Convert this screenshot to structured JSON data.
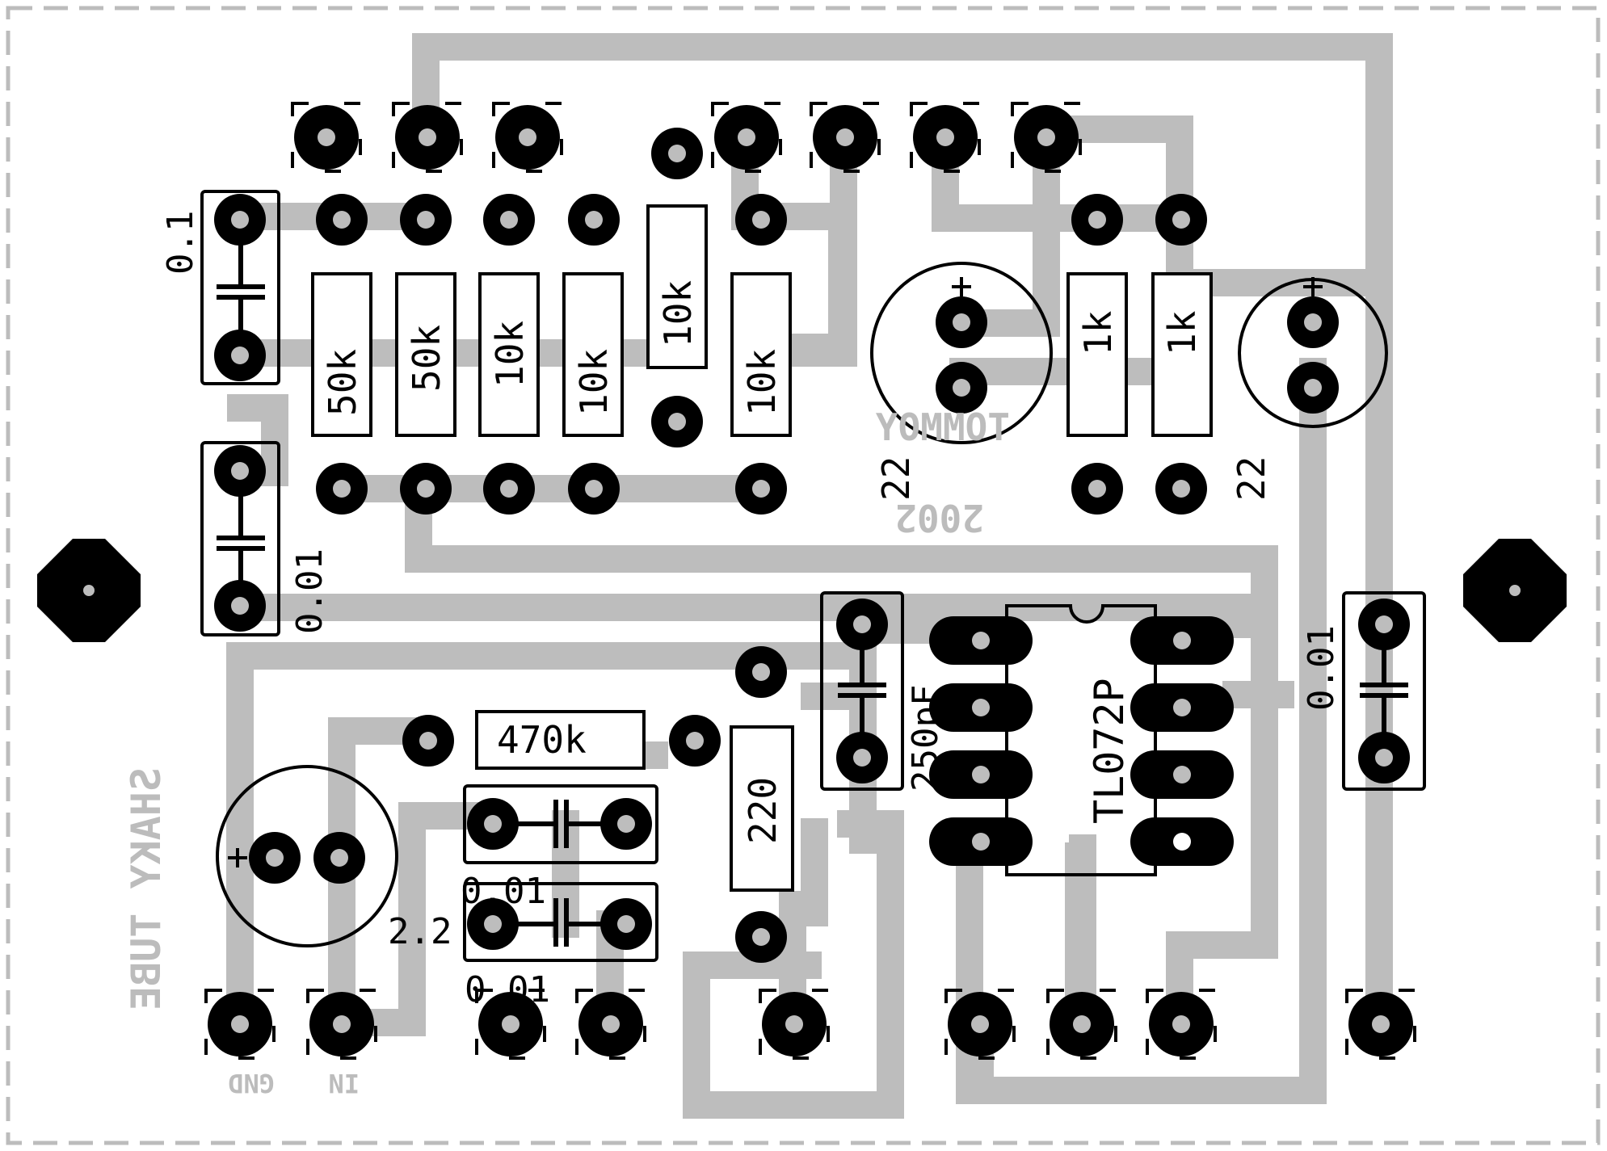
{
  "colors": {
    "background": "#ffffff",
    "trace": "#bdbdbd",
    "copper": "#000000",
    "drill": "#bdbdbd",
    "silkscreen": "#bcbcbc",
    "outline": "#000000"
  },
  "labels": {
    "cap_top_left": "0.1",
    "cap_mid_left": "0.01",
    "r1": "50k",
    "r2": "50k",
    "r3": "10k",
    "r4": "10k",
    "r5": "10k",
    "r6": "10k",
    "r7": "1k",
    "r8": "1k",
    "ecap_mid": "22",
    "ecap_right": "22",
    "cap_right": "0.01",
    "cap_250": "250pF",
    "ic": "TL072P",
    "r_470": "470k",
    "r_220": "220",
    "cap_low1": "0.01",
    "cap_low2": "0.01",
    "ecap_low": "2.2"
  },
  "silkscreen": {
    "author": "TOMMOY",
    "year": "2002",
    "title": "SHAKY TUBE",
    "gnd": "GND",
    "in": "IN"
  }
}
